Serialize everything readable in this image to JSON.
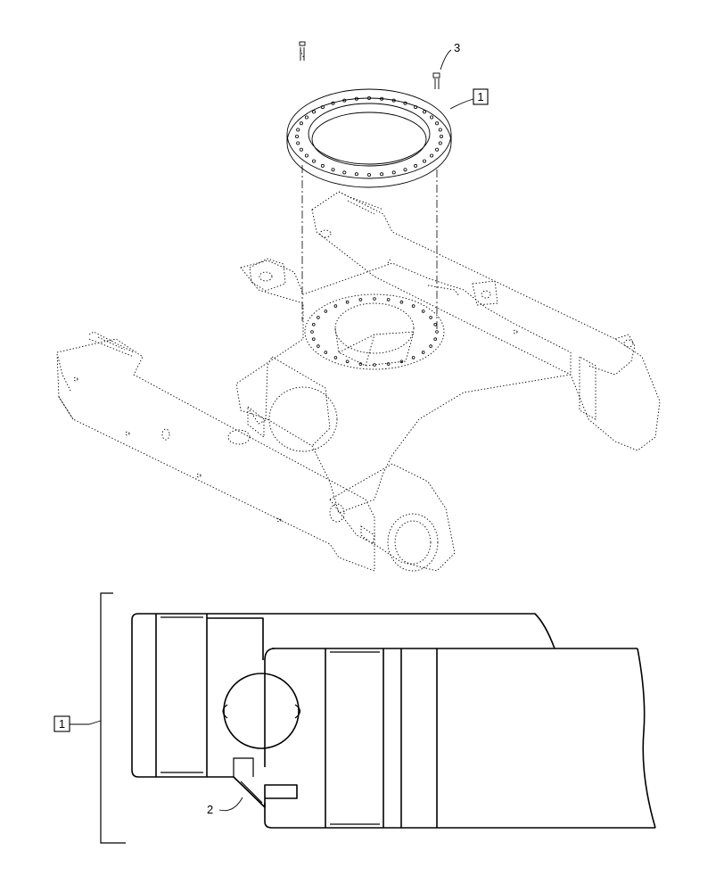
{
  "callouts": {
    "bearing_top": "1",
    "bolt": "3",
    "bearing_detail": "1",
    "seal": "2"
  }
}
